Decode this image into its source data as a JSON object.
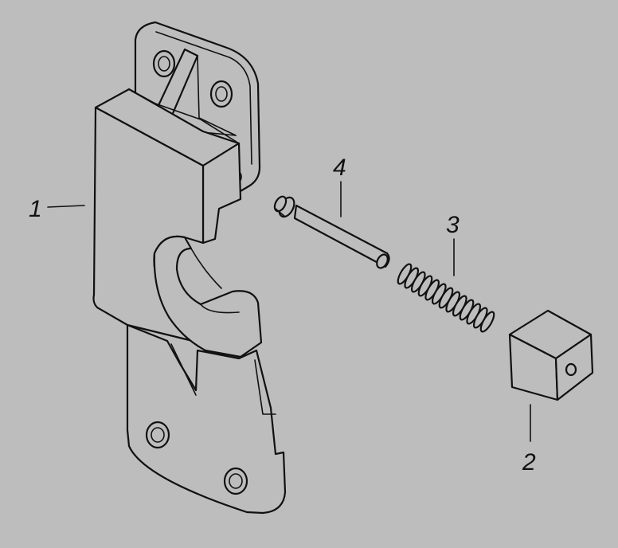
{
  "colors": {
    "background": "#bdbdbd",
    "line": "#111111"
  },
  "callouts": [
    {
      "number": "1"
    },
    {
      "number": "2"
    },
    {
      "number": "3"
    },
    {
      "number": "4"
    }
  ]
}
